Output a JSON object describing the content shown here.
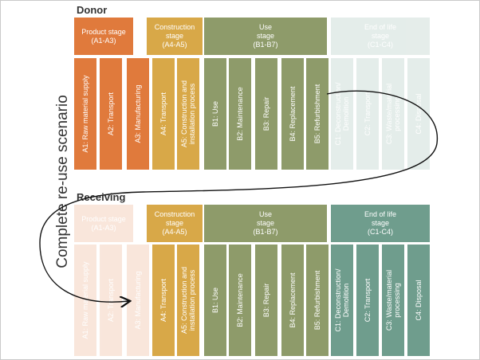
{
  "colors": {
    "product": "#e07a3c",
    "construction": "#d8a848",
    "use": "#8e9b6a",
    "eol": "#6f9d8d",
    "arrow": "#111111"
  },
  "donor": {
    "title": "Donor",
    "stages": [
      {
        "label": "Product stage\n(A1-A3)",
        "group": "product"
      },
      {
        "label": "Construction\nstage\n(A4-A5)",
        "group": "construction"
      },
      {
        "label": "Use\nstage\n(B1-B7)",
        "group": "use"
      },
      {
        "label": "End of life\nstage\n(C1-C4)",
        "group": "eol",
        "faded": true
      }
    ],
    "modules": [
      {
        "label": "A1: Raw material supply",
        "group": "product"
      },
      {
        "label": "A2: Transport",
        "group": "product"
      },
      {
        "label": "A3: Manufacturing",
        "group": "product"
      },
      {
        "label": "A4: Transport",
        "group": "construction"
      },
      {
        "label": "A5: Construction and\ninstallation process",
        "group": "construction"
      },
      {
        "label": "B1: Use",
        "group": "use"
      },
      {
        "label": "B2: Maintenance",
        "group": "use"
      },
      {
        "label": "B3: Repair",
        "group": "use"
      },
      {
        "label": "B4: Replacement",
        "group": "use"
      },
      {
        "label": "B5: Refurbishment",
        "group": "use"
      },
      {
        "label": "C1: Deconstruction/\nDemolition",
        "group": "eol",
        "faded": true
      },
      {
        "label": "C2: Transport",
        "group": "eol",
        "faded": true
      },
      {
        "label": "C3: Waste/material\nprocessing",
        "group": "eol",
        "faded": true
      },
      {
        "label": "C4: Disposal",
        "group": "eol",
        "faded": true
      }
    ]
  },
  "receiving": {
    "title": "Receiving",
    "stages": [
      {
        "label": "Product stage\n(A1-A3)",
        "group": "product",
        "faded": true
      },
      {
        "label": "Construction\nstage\n(A4-A5)",
        "group": "construction"
      },
      {
        "label": "Use\nstage\n(B1-B7)",
        "group": "use"
      },
      {
        "label": "End of life\nstage\n(C1-C4)",
        "group": "eol"
      }
    ],
    "modules": [
      {
        "label": "A1: Raw material supply",
        "group": "product",
        "faded": true
      },
      {
        "label": "A2: Transport",
        "group": "product",
        "faded": true
      },
      {
        "label": "A3: Manufacturing",
        "group": "product",
        "faded": true
      },
      {
        "label": "A4: Transport",
        "group": "construction"
      },
      {
        "label": "A5: Construction and\ninstallation process",
        "group": "construction"
      },
      {
        "label": "B1: Use",
        "group": "use"
      },
      {
        "label": "B2: Maintenance",
        "group": "use"
      },
      {
        "label": "B3: Repair",
        "group": "use"
      },
      {
        "label": "B4: Replacement",
        "group": "use"
      },
      {
        "label": "B5: Refurbishment",
        "group": "use"
      },
      {
        "label": "C1: Deconstruction/\nDemolition",
        "group": "eol"
      },
      {
        "label": "C2: Transport",
        "group": "eol"
      },
      {
        "label": "C3: Waste/material\nprocessing",
        "group": "eol"
      },
      {
        "label": "C4: Disposal",
        "group": "eol"
      }
    ]
  },
  "scenario_label": "Complete re-use scenario"
}
